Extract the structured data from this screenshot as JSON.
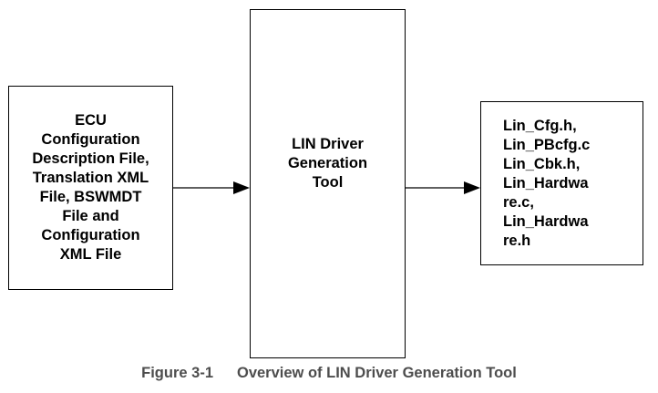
{
  "diagram": {
    "input_box": {
      "lines": [
        "ECU",
        "Configuration",
        "Description File,",
        "Translation XML",
        "File, BSWMDT",
        "File and",
        "Configuration",
        "XML File"
      ]
    },
    "tool_box": {
      "lines": [
        "LIN Driver",
        "Generation",
        "Tool"
      ]
    },
    "output_box": {
      "lines": [
        "Lin_Cfg.h,",
        "Lin_PBcfg.c",
        "Lin_Cbk.h,",
        "Lin_Hardwa",
        "re.c,",
        "Lin_Hardwa",
        "re.h"
      ]
    },
    "caption": {
      "number": "Figure 3-1",
      "title": "Overview of LIN Driver Generation Tool"
    }
  }
}
